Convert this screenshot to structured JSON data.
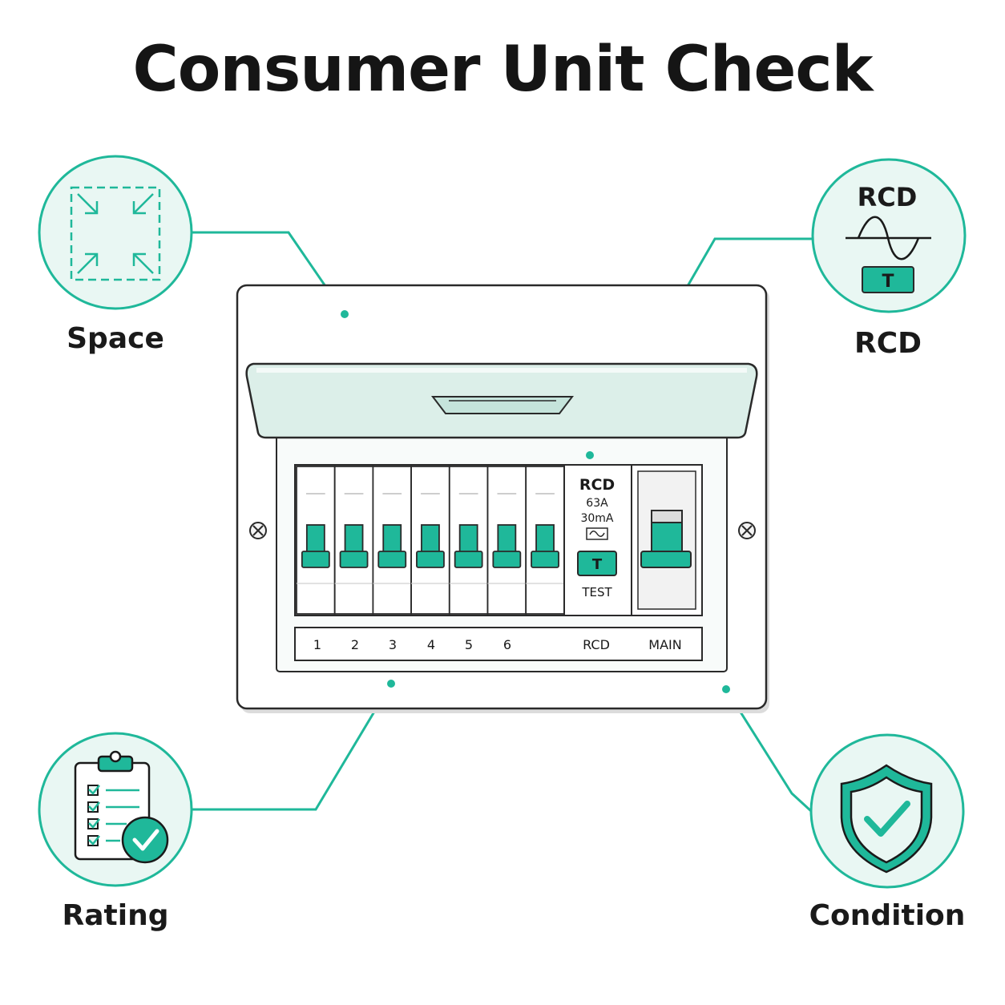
{
  "title": "Consumer Unit Check",
  "colors": {
    "accent": "#1fb89a",
    "accent_dark": "#0f7d69",
    "accent_light": "#e9f7f3",
    "outline": "#2a2a2a"
  },
  "callouts": {
    "space": {
      "label": "Space",
      "icon": "expand-arrows-icon"
    },
    "rcd": {
      "label": "RCD",
      "icon_title": "RCD",
      "icon_button": "T",
      "icon": "rcd-sine-test-icon"
    },
    "rating": {
      "label": "Rating",
      "icon": "clipboard-checklist-icon"
    },
    "condition": {
      "label": "Condition",
      "icon": "shield-check-icon"
    }
  },
  "unit": {
    "rcd_module": {
      "title": "RCD",
      "rating": "63A",
      "sensitivity": "30mA",
      "test_button": "T",
      "test_label": "TEST"
    },
    "circuit_labels": [
      "1",
      "2",
      "3",
      "4",
      "5",
      "6"
    ],
    "rcd_label": "RCD",
    "main_label": "MAIN"
  }
}
